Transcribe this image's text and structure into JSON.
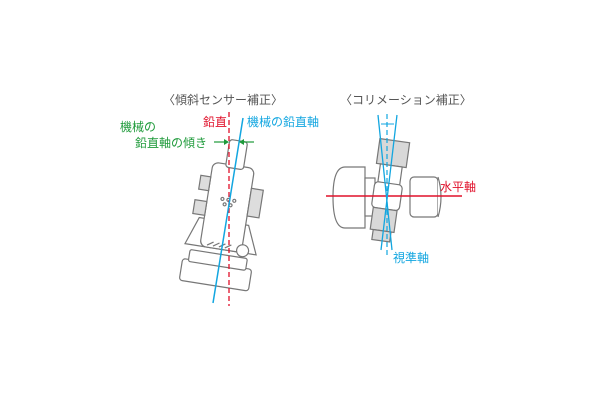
{
  "left_panel": {
    "title": "〈傾斜センサー補正〉",
    "label_tilt_line1": "機械の",
    "label_tilt_line2": "鉛直軸の傾き",
    "label_plumb": "鉛直",
    "label_instrument_axis": "機械の鉛直軸"
  },
  "right_panel": {
    "title": "〈コリメーション補正〉",
    "label_horizontal_axis": "水平軸",
    "label_collimation_axis": "視準軸"
  },
  "colors": {
    "green": "#1e9a3a",
    "red": "#e0102a",
    "blue": "#12a6e0",
    "outline": "#777777",
    "fill": "#d8d8d8"
  }
}
